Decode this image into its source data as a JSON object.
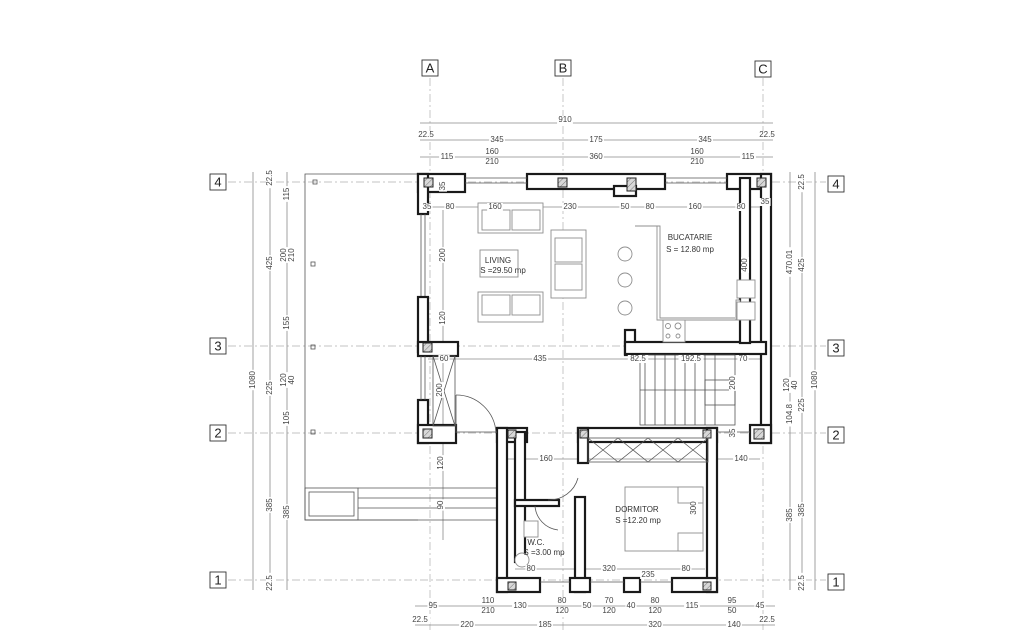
{
  "grid": {
    "columns": [
      "A",
      "B",
      "C"
    ],
    "rows": [
      "4",
      "3",
      "2",
      "1"
    ]
  },
  "rooms": {
    "living": {
      "name": "LIVING",
      "area": "S =29.50 mp"
    },
    "kitchen": {
      "name": "BUCATARIE",
      "area": "S = 12.80 mp"
    },
    "bedroom": {
      "name": "DORMITOR",
      "area": "S =12.20 mp"
    },
    "wc": {
      "name": "W.C.",
      "area": "S =3.00 mp"
    }
  },
  "dimensions": {
    "top_total": [
      "910"
    ],
    "top_axes": [
      "22.5",
      "345",
      "175",
      "345",
      "22.5"
    ],
    "top_openings": [
      "115",
      "160",
      "210",
      "360",
      "160",
      "210",
      "115"
    ],
    "interior_top": [
      "35",
      "80",
      "160",
      "230",
      "50",
      "80",
      "160",
      "80",
      "35"
    ],
    "interior_mid": [
      "60",
      "435",
      "82.5",
      "192.5",
      "70"
    ],
    "interior_lower": [
      "160",
      "140"
    ],
    "interior_bottom": [
      "80",
      "320",
      "235",
      "80"
    ],
    "interior_vertical": [
      "200",
      "120",
      "200",
      "120",
      "90",
      "400",
      "200",
      "300",
      "35",
      "35"
    ],
    "bottom_openings": [
      "95",
      "110",
      "210",
      "130",
      "80",
      "120",
      "50",
      "70",
      "120",
      "40",
      "80",
      "120",
      "115",
      "95",
      "50",
      "45"
    ],
    "bottom_axes": [
      "22.5",
      "220",
      "185",
      "320",
      "140",
      "22.5"
    ],
    "left_total": [
      "1080"
    ],
    "left_axes": [
      "22.5",
      "425",
      "225",
      "385",
      "22.5"
    ],
    "left_openings": [
      "115",
      "200",
      "210",
      "155",
      "120",
      "40",
      "105",
      "385"
    ],
    "right_openings": [
      "470.01",
      "120",
      "40",
      "104.8",
      "385"
    ],
    "right_axes": [
      "22.5",
      "425",
      "225",
      "385",
      "22.5"
    ],
    "right_total": [
      "1080"
    ]
  },
  "colors": {
    "wall": "#1a1a1a",
    "dimension": "#8a8a8a",
    "furniture": "#8f8f8f"
  }
}
